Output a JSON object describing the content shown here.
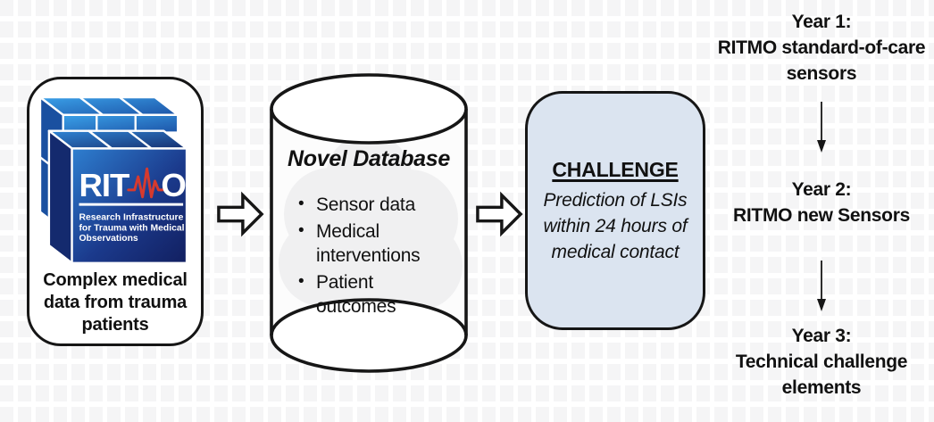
{
  "source_box": {
    "logo": {
      "word_start": "RIT",
      "word_end": "O",
      "pulse_icon": "ecg-heartbeat",
      "tagline_lines": [
        "Research Infrastructure",
        "for Trauma with Medical",
        "Observations"
      ]
    },
    "caption": "Complex medical data from trauma patients"
  },
  "database": {
    "title": "Novel Database",
    "items": [
      "Sensor data",
      "Medical interventions",
      "Patient outcomes"
    ]
  },
  "challenge": {
    "title": "CHALLENGE",
    "lines": [
      "Prediction of LSIs",
      "within 24 hours of",
      "medical contact"
    ]
  },
  "timeline": {
    "steps": [
      {
        "year": "Year 1:",
        "line1": "RITMO standard-of-care",
        "line2": "sensors"
      },
      {
        "year": "Year 2:",
        "line1": "RITMO new Sensors",
        "line2": ""
      },
      {
        "year": "Year 3:",
        "line1": "Technical challenge",
        "line2": "elements"
      }
    ]
  },
  "colors": {
    "outline": "#161616",
    "challenge_fill": "#dbe4f0",
    "logo_blue_light": "#2f9be2",
    "logo_blue": "#2277cc",
    "logo_navy": "#132064",
    "pulse_red": "#d63a2e",
    "cloud_gray": "#f0f0f1",
    "background_tile": "#f5f5f6"
  }
}
